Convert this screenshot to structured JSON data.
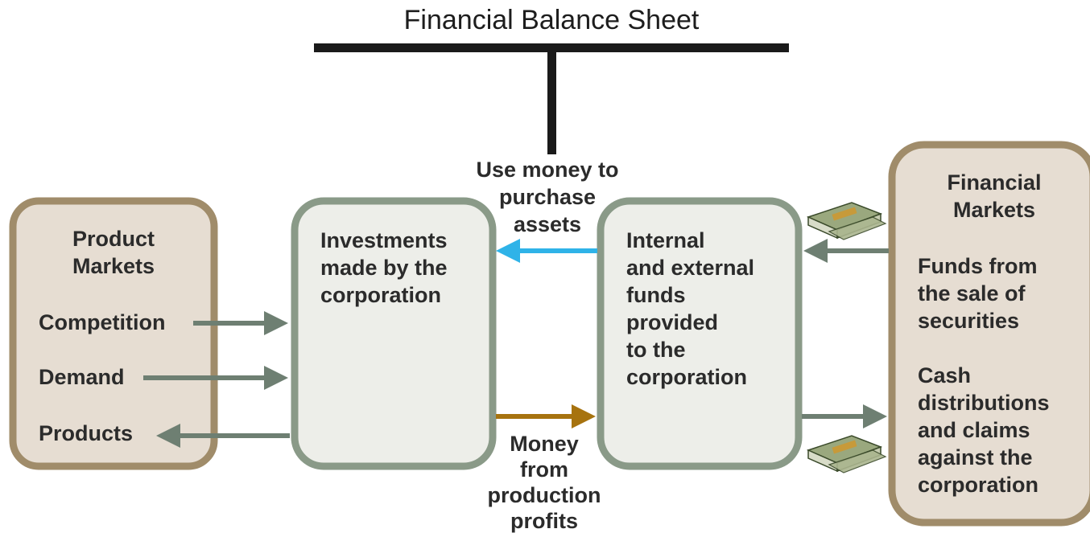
{
  "title": "Financial Balance Sheet",
  "product_markets": {
    "heading": "Product\nMarkets",
    "items": [
      "Competition",
      "Demand",
      "Products"
    ]
  },
  "investments": {
    "text": "Investments\nmade by the\ncorporation"
  },
  "funds": {
    "text": "Internal\nand external\nfunds\nprovided\nto the\ncorporation"
  },
  "financial_markets": {
    "heading": "Financial\nMarkets",
    "funds_text": "Funds from\nthe sale of\nsecurities",
    "cash_text": "Cash\ndistributions\nand claims\nagainst the\ncorporation"
  },
  "labels": {
    "use_money": "Use money to\npurchase\nassets",
    "money_from": "Money\nfrom\nproduction\nprofits"
  },
  "colors": {
    "tan_fill": "#e6ddd2",
    "tan_border": "#a08c6a",
    "green_fill": "#edeee9",
    "green_border": "#8a9a88",
    "arrow_gray": "#6e7f72",
    "arrow_blue": "#2fb3e8",
    "arrow_brown": "#a7730f",
    "bar_black": "#1a1a1a"
  }
}
